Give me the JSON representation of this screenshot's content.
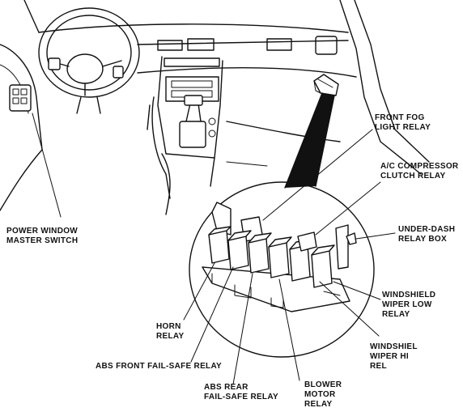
{
  "labels": {
    "front_fog": [
      "FRONT FOG",
      "LIGHT RELAY"
    ],
    "ac_compressor": [
      "A/C COMPRESSOR",
      "CLUTCH RELAY"
    ],
    "under_dash": [
      "UNDER-DASH",
      "RELAY BOX"
    ],
    "power_window": [
      "POWER WINDOW",
      "MASTER SWITCH"
    ],
    "wiper_low": [
      "WINDSHIELD",
      "WIPER LOW",
      "RELAY"
    ],
    "wiper_high": [
      "WINDSHIEL",
      "WIPER HI",
      "REL"
    ],
    "horn": [
      "HORN",
      "RELAY"
    ],
    "abs_front": [
      "ABS FRONT FAIL-SAFE RELAY"
    ],
    "abs_rear": [
      "ABS REAR",
      "FAIL-SAFE RELAY"
    ],
    "blower": [
      "BLOWER",
      "MOTOR",
      "RELAY"
    ]
  }
}
